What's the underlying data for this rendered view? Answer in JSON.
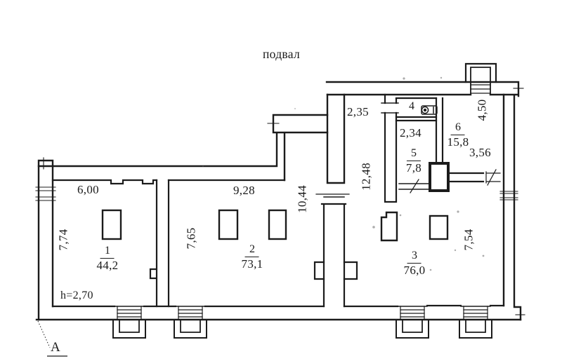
{
  "drawing": {
    "title": "подвал",
    "rooms": [
      {
        "number": "1",
        "area": "44,2"
      },
      {
        "number": "2",
        "area": "73,1"
      },
      {
        "number": "3",
        "area": "76,0"
      },
      {
        "number": "4"
      },
      {
        "number": "5",
        "area": "7,8"
      },
      {
        "number": "6",
        "area": "15,8"
      }
    ],
    "dimensions": {
      "room1_width": "6,00",
      "room1_depth": "7,74",
      "room2_width": "9,28",
      "room2_depth": "7,65",
      "room3_depth": "7,54",
      "jog_wall": "10,44",
      "corridor_width": "2,35",
      "corridor_length": "12,48",
      "room5_width": "2,34",
      "room6_depth": "4,50",
      "room6_width": "3,56"
    },
    "ceiling_height": "h=2,70",
    "section_marker": "А",
    "icons": {
      "room4_fixture": "washbasin"
    },
    "colors": {
      "ink": "#1b1b1b",
      "paper": "#ffffff"
    }
  }
}
